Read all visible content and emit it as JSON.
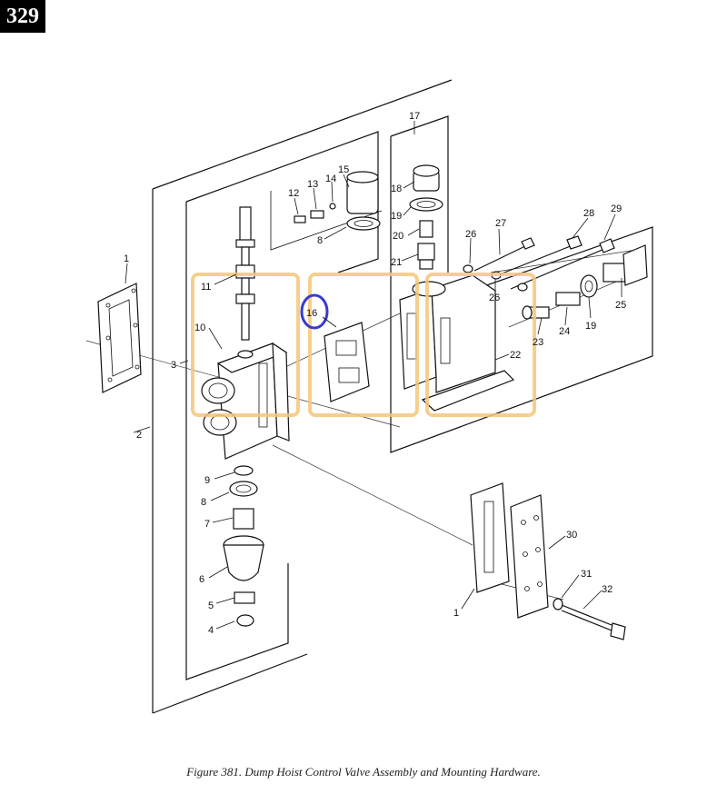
{
  "page_number": "329",
  "caption": "Figure 381.  Dump Hoist Control Valve Assembly and Mounting Hardware.",
  "callouts": {
    "c1a": "1",
    "c1b": "1",
    "c2": "2",
    "c3": "3",
    "c4": "4",
    "c5": "5",
    "c6": "6",
    "c7": "7",
    "c8a": "8",
    "c8b": "8",
    "c9": "9",
    "c10": "10",
    "c11": "11",
    "c12": "12",
    "c13": "13",
    "c14": "14",
    "c15": "15",
    "c16": "16",
    "c17": "17",
    "c18": "18",
    "c19a": "19",
    "c19b": "19",
    "c20": "20",
    "c21": "21",
    "c22": "22",
    "c23": "23",
    "c24": "24",
    "c25": "25",
    "c26a": "26",
    "c26b": "26",
    "c27": "27",
    "c28": "28",
    "c29": "29",
    "c30": "30",
    "c31": "31",
    "c32": "32"
  },
  "highlight_color": "#f5c77a",
  "marker_color": "#3a3ad0"
}
